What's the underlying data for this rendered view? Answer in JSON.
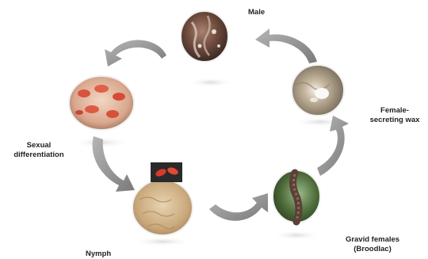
{
  "stages": {
    "male": {
      "label": "Male"
    },
    "female_wax": {
      "line1": "Female-",
      "line2": "secreting wax"
    },
    "gravid": {
      "line1": "Gravid females",
      "line2": "(Broodlac)"
    },
    "nymph": {
      "label": "Nymph"
    },
    "sexual": {
      "line1": "Sexual",
      "line2": "differentiation"
    }
  },
  "colors": {
    "arrow": "#8e8e8e",
    "shadow": "#e6e6e6"
  }
}
